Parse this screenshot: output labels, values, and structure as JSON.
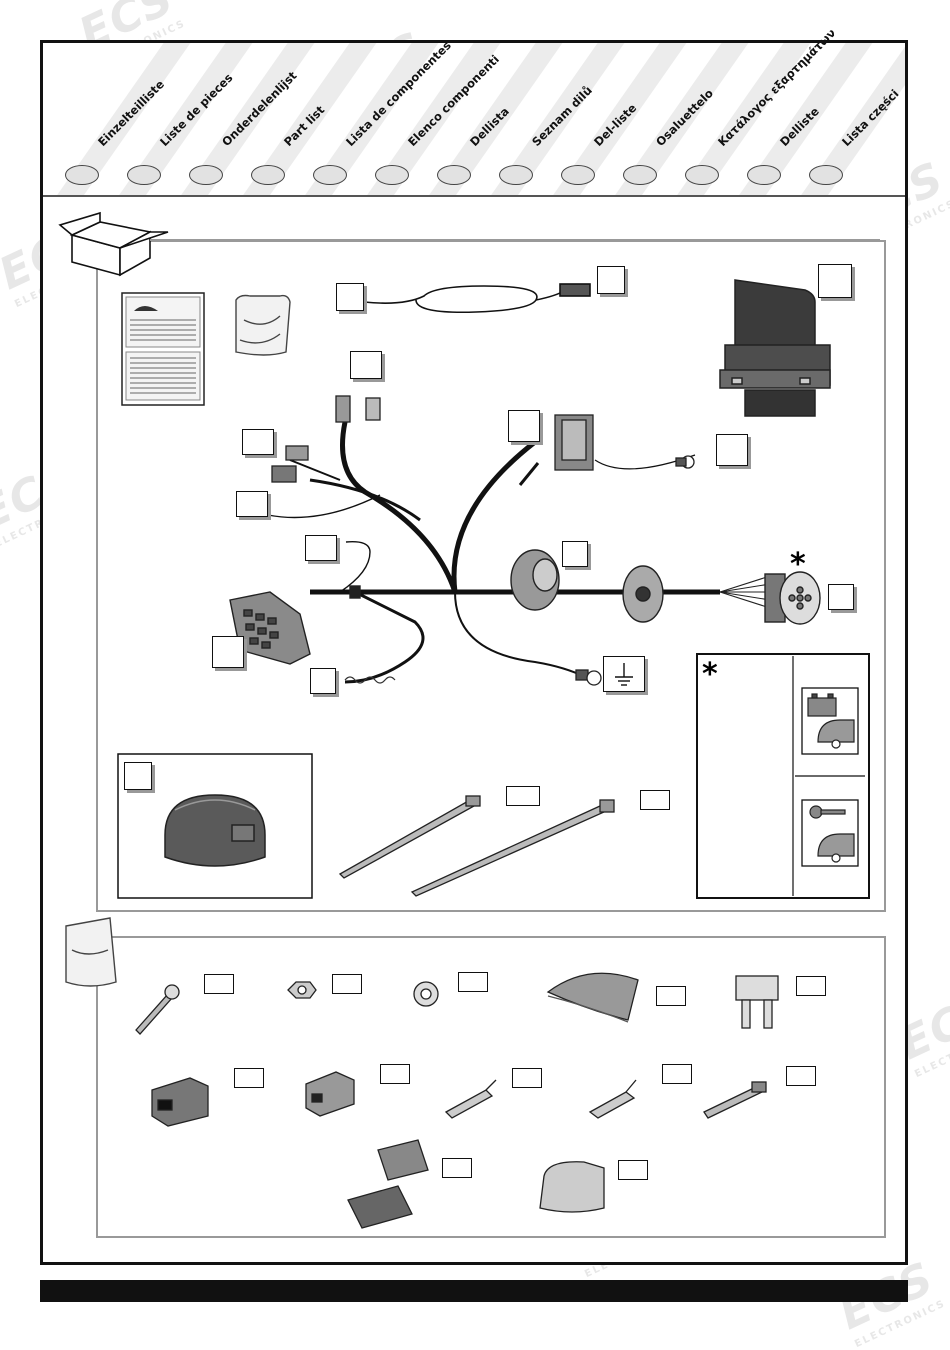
{
  "languages": [
    "Einzelteilliste",
    "Liste de pieces",
    "Onderdelenlijst",
    "Part list",
    "Lista de componentes",
    "Elenco componenti",
    "Dellista",
    "Seznam dilů",
    "Del-liste",
    "Osaluettelo",
    "Κατάλογος εξαρτημάτων",
    "Delliste",
    "Lista części"
  ],
  "watermark": {
    "brand": "ECS",
    "sub": "ELECTRONICS"
  },
  "legend": {
    "asterisk": "*",
    "option_a_icons": [
      "battery-icon",
      "caravan-icon"
    ],
    "option_b_icons": [
      "key-icon",
      "caravan-icon"
    ]
  },
  "harness": {
    "asterisk": "*"
  },
  "colors": {
    "frame": "#111111",
    "panel_border": "#999999",
    "oval_fill": "#e2e2e2",
    "footer": "#111111"
  }
}
